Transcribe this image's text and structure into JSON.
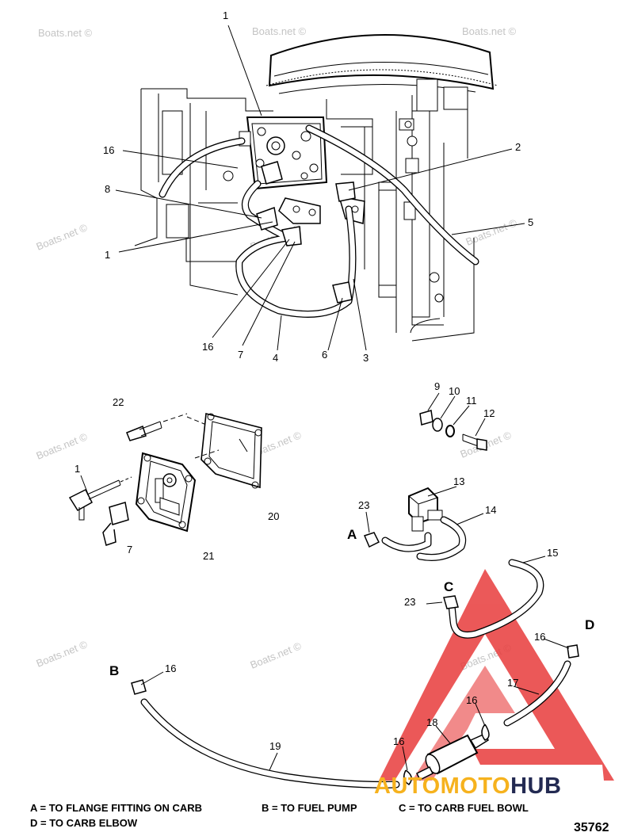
{
  "watermarks": [
    "Boats.net ©",
    "Boats.net ©",
    "Boats.net ©",
    "Boats.net ©",
    "Boats.net ©",
    "Boats.net ©",
    "Boats.net ©",
    "Boats.net ©",
    "Boats.net ©",
    "Boats.net ©",
    "Boats.net ©",
    "Boats.net ©"
  ],
  "callouts": [
    "1",
    "2",
    "16",
    "8",
    "5",
    "1",
    "16",
    "7",
    "4",
    "6",
    "3",
    "22",
    "9",
    "10",
    "11",
    "12",
    "1",
    "7",
    "21",
    "20",
    "13",
    "23",
    "14",
    "15",
    "23",
    "16",
    "16",
    "17",
    "18",
    "16",
    "19"
  ],
  "port_letters": [
    "A",
    "C",
    "B",
    "D"
  ],
  "legend": {
    "a": "A = TO FLANGE FITTING ON CARB",
    "b": "B = TO FUEL PUMP",
    "c": "C = TO CARB FUEL BOWL",
    "d": "D = TO CARB ELBOW"
  },
  "figure_number": "35762",
  "brand": {
    "part_a": "AUTOMOTO",
    "part_b": "HUB"
  },
  "colors": {
    "brand_orange": "#f6b21e",
    "brand_navy": "#232a52",
    "triangle_red": "#e83c3c",
    "watermark_grey": "#c4c4c4"
  }
}
